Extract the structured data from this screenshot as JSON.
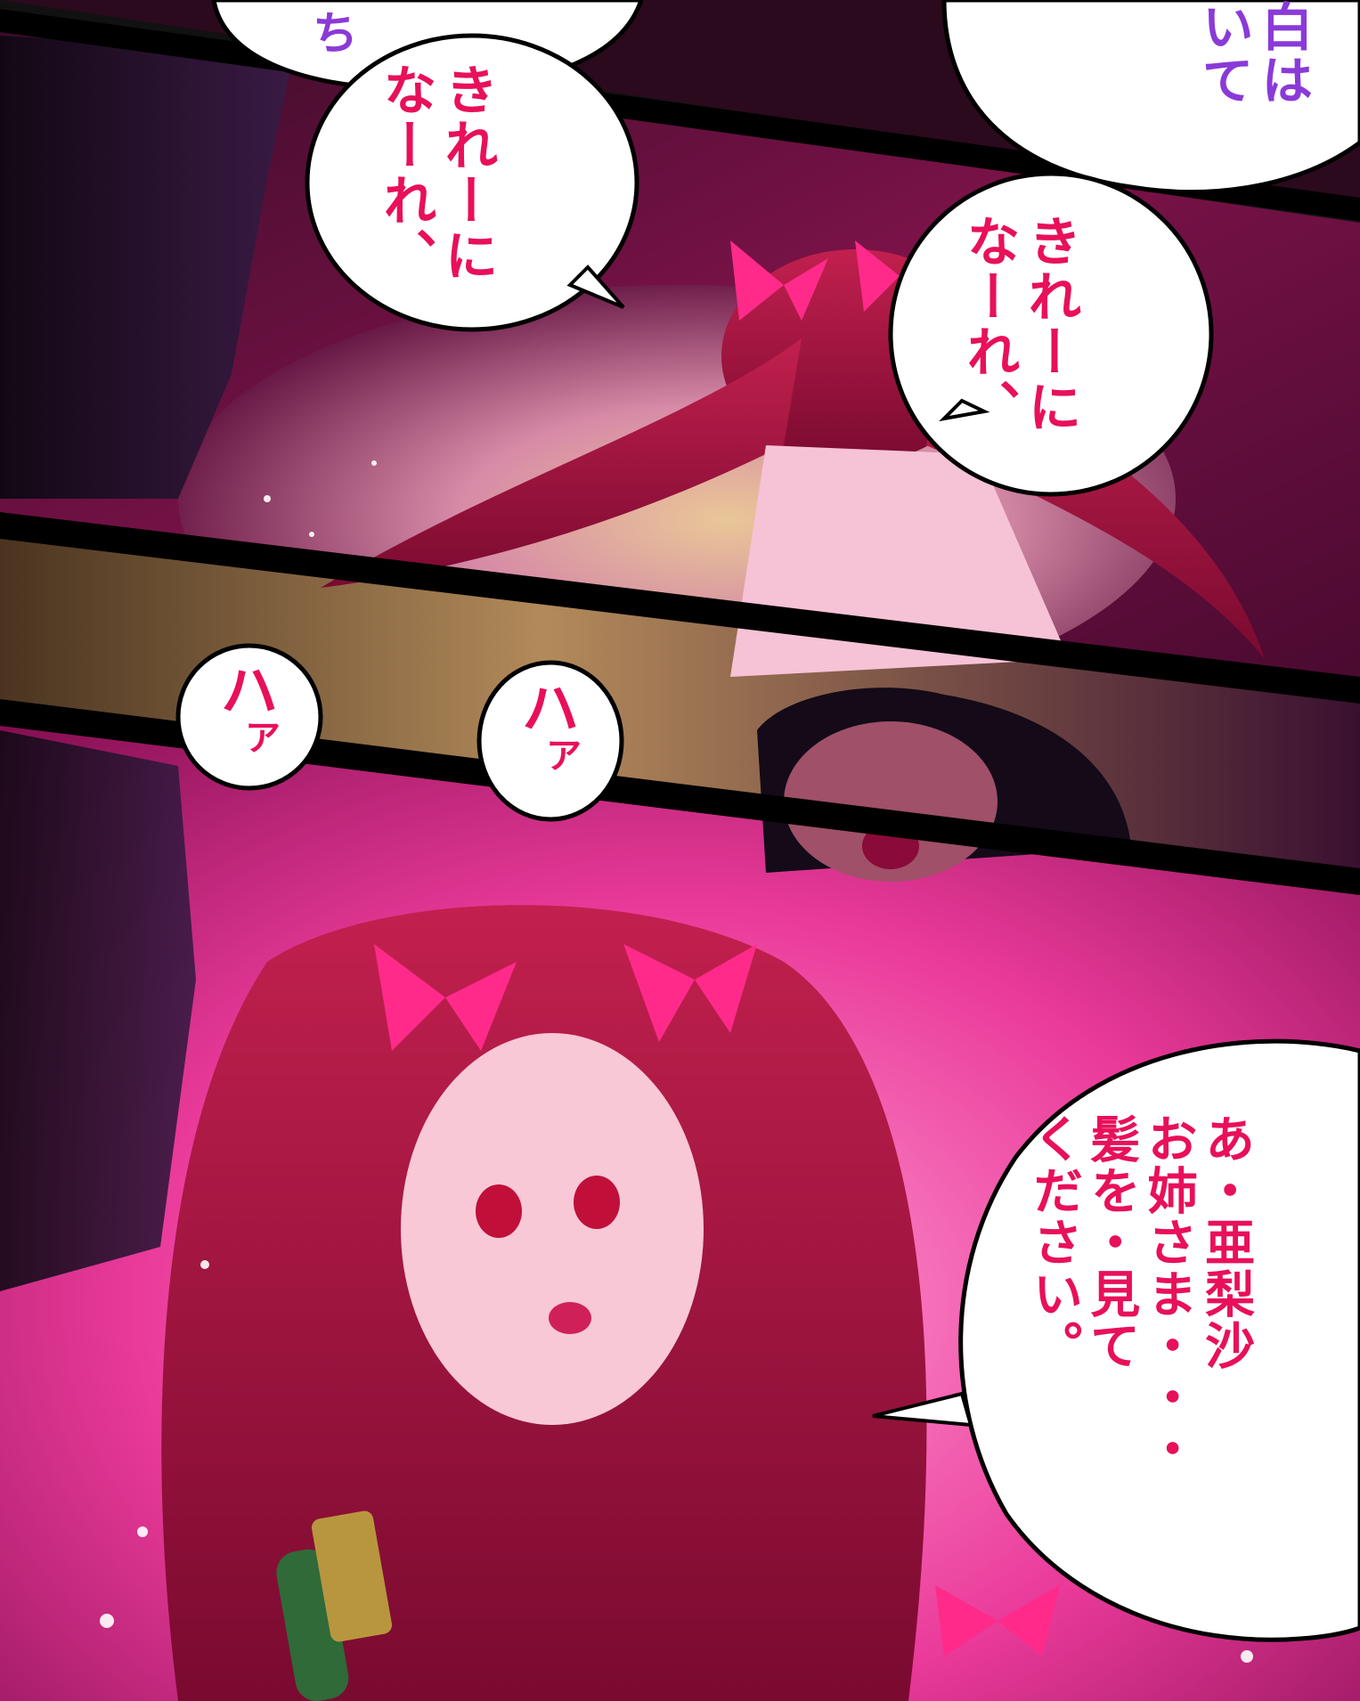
{
  "speech": {
    "top_fragment": {
      "text": "ち",
      "color": "#8a3ad8"
    },
    "top_right": {
      "lines": [
        "白は",
        "いて"
      ],
      "color": "#8a3ad8"
    },
    "bubble_left": {
      "lines": [
        "きれーに",
        "なーれ、"
      ],
      "color": "#e8105a"
    },
    "bubble_right": {
      "lines": [
        "きれーに",
        "なーれ、"
      ],
      "color": "#e8105a"
    },
    "haa_left": {
      "char1": "ハ",
      "char2": "ア"
    },
    "haa_right": {
      "char1": "ハ",
      "char2": "ア"
    },
    "bubble_bottom": {
      "lines": [
        "あ・亜梨沙",
        "お姉さま・・・",
        "髪を・見て",
        "ください。"
      ],
      "color": "#e8105a"
    }
  },
  "palette": {
    "text_pink": "#e8105a",
    "text_purple": "#8a3ad8",
    "hair": "#a8103f",
    "ribbon": "#ff2a8a",
    "background_magenta": "#6b0a3c",
    "background_pink": "#ff4fae"
  }
}
